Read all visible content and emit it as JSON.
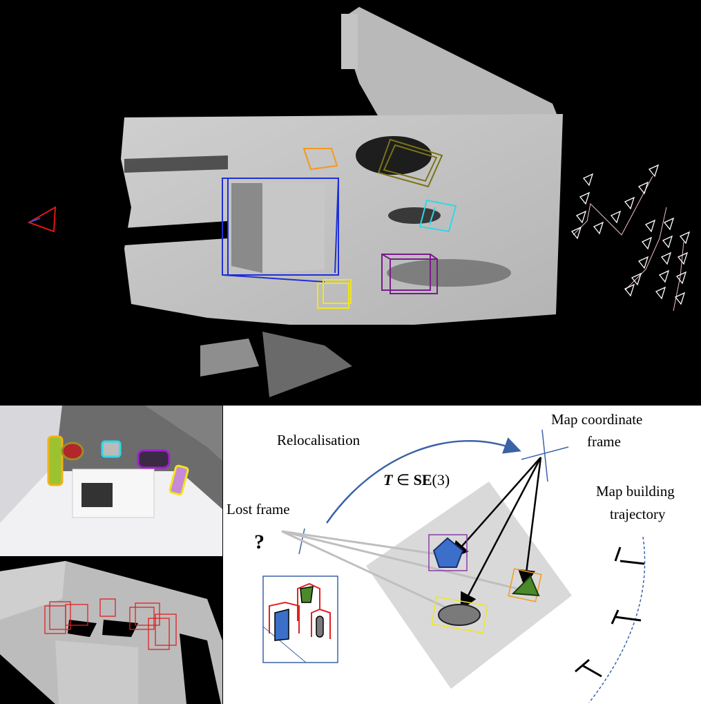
{
  "diagram": {
    "label_relocalisation": "Relocalisation",
    "label_map_frame_line1": "Map coordinate",
    "label_map_frame_line2": "frame",
    "label_transform_T": "T",
    "label_transform_in": " ∈ ",
    "label_transform_SE": "SE",
    "label_transform_3": "(3)",
    "label_lost_frame": "Lost frame",
    "label_question": "?",
    "label_trajectory_line1": "Map building",
    "label_trajectory_line2": "trajectory"
  },
  "colors": {
    "mesh_gray": "#bdbdbd",
    "table_box": "#1f2fd6",
    "orange_box": "#f39a1e",
    "olive_box": "#7a7317",
    "cyan_box": "#2fd8e6",
    "purple_box": "#7a1a8a",
    "yellow_box": "#f2e61c",
    "lost_camera": "#e01515",
    "trajectory_cameras": "#ffffff",
    "arc_arrow": "#3a62a6",
    "plane_gray": "#d9d9d9"
  }
}
